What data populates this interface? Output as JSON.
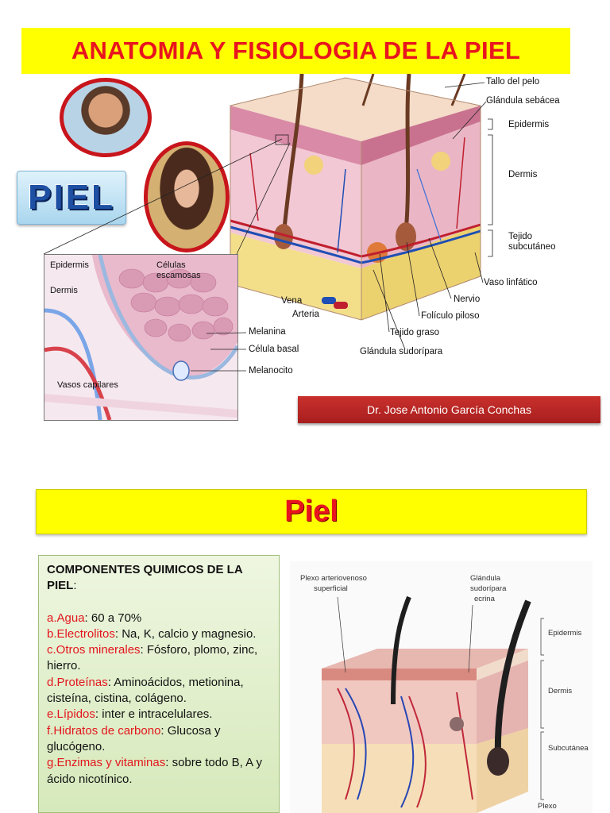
{
  "slide1": {
    "title": "ANATOMIA Y FISIOLOGIA DE LA PIEL",
    "badge": "PIEL",
    "author": "Dr. Jose Antonio García Conchas",
    "labels": {
      "tallo": "Tallo del pelo",
      "sebacea": "Glándula sebácea",
      "epidermis": "Epidermis",
      "dermis": "Dermis",
      "tejido_sub_1": "Tejido",
      "tejido_sub_2": "subcutáneo",
      "vaso_linfatico": "Vaso linfático",
      "nervio": "Nervio",
      "foliculo": "Folículo piloso",
      "tejido_graso": "Tejido graso",
      "sudoripara": "Glándula sudorípara",
      "vena": "Vena",
      "arteria": "Arteria"
    },
    "inset_labels": {
      "epidermis": "Epidermis",
      "celulas_1": "Células",
      "celulas_2": "escamosas",
      "dermis": "Dermis",
      "melanina": "Melanina",
      "celula_basal": "Célula basal",
      "melanocito": "Melanocito",
      "vasos": "Vasos capilares"
    }
  },
  "slide2": {
    "title": "Piel",
    "components": {
      "heading": "COMPONENTES QUIMICOS DE LA PIEL",
      "heading_colon": ":",
      "items": [
        {
          "key": "a.Agua",
          "sep": ": ",
          "value": "60 a 70%"
        },
        {
          "key": "b.Electrolitos",
          "sep": ": ",
          "value": "Na, K, calcio y magnesio."
        },
        {
          "key": "c.Otros minerales",
          "sep": ": ",
          "value": "Fósforo, plomo, zinc, hierro."
        },
        {
          "key": "d.Proteínas",
          "sep": ": ",
          "value": "Aminoácidos, metionina, cisteína, cistina, colágeno."
        },
        {
          "key": "e.Lípidos",
          "sep": ": ",
          "value": "inter e intracelulares."
        },
        {
          "key": "f.Hidratos de carbono",
          "sep": ": ",
          "value": "Glucosa y glucógeno."
        },
        {
          "key": "g.Enzimas y vitaminas",
          "sep": ": ",
          "value": "sobre todo B, A y ácido nicotínico."
        }
      ]
    },
    "diagram_labels": {
      "plexo_1": "Plexo arteriovenoso",
      "plexo_2": "superficial",
      "glandula_1": "Glándula",
      "glandula_2": "sudorípara",
      "glandula_3": "ecrina",
      "epidermis": "Epidermis",
      "dermis": "Dermis",
      "subcutanea": "Subcutánea",
      "plexo_bottom": "Plexo"
    }
  },
  "colors": {
    "title_bg": "#ffff00",
    "title_text": "#e8141e",
    "author_bg": "#b5261f",
    "chem_box_bg": "#e3f0cf",
    "key_text": "#e3161e"
  }
}
